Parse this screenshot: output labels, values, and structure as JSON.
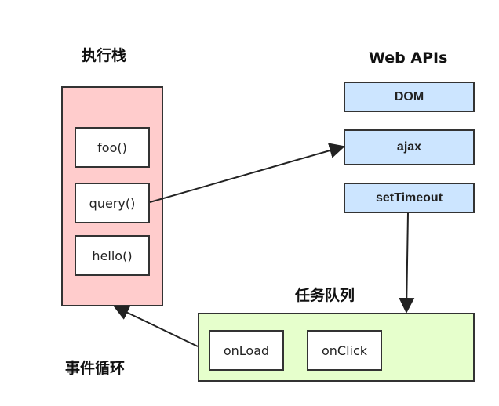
{
  "labels": {
    "call_stack": "执行栈",
    "web_apis": "Web APIs",
    "task_queue": "任务队列",
    "event_loop": "事件循环"
  },
  "call_stack": {
    "items": [
      "foo()",
      "query()",
      "hello()"
    ]
  },
  "web_apis": {
    "items": [
      "DOM",
      "ajax",
      "setTimeout"
    ]
  },
  "task_queue": {
    "items": [
      "onLoad",
      "onClick"
    ]
  },
  "colors": {
    "call_stack_fill": "#ffcccc",
    "web_api_fill": "#cce5ff",
    "task_queue_fill": "#e6ffcc",
    "item_fill": "#ffffff",
    "stroke": "#333333"
  }
}
